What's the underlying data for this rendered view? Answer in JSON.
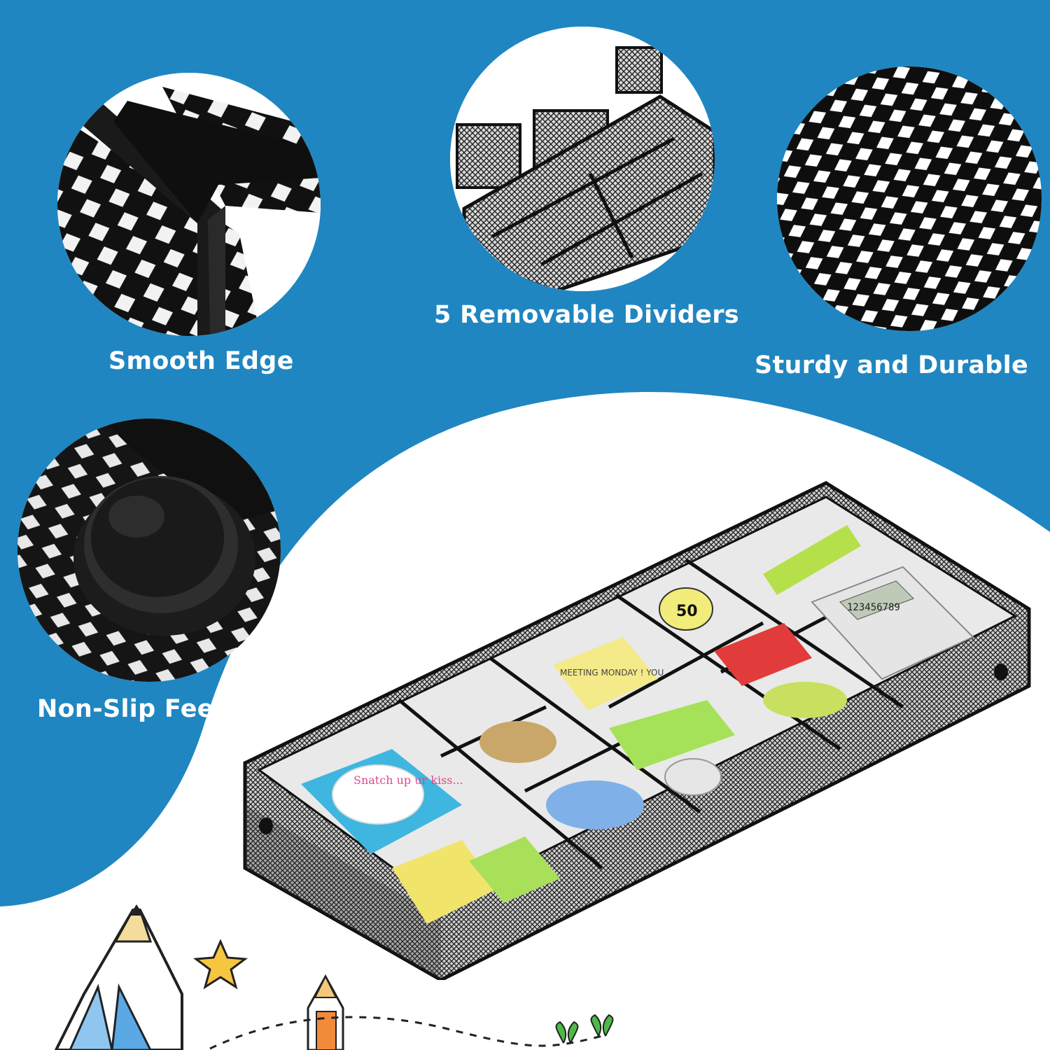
{
  "features": {
    "smooth_edge": "Smooth Edge",
    "removable_dividers": "5 Removable Dividers",
    "sturdy_durable": "Sturdy and Durable",
    "non_slip_feet": "Non-Slip Feet"
  },
  "product_items": {
    "memo_text": "Snatch up ur kiss...",
    "sticky_text": "MEETING MONDAY ! YOU",
    "calculator_display": "123456789",
    "tape_label": "50"
  },
  "colors": {
    "background_blue": "#1f86c1",
    "white_wave": "#ffffff",
    "mesh_black": "#141414"
  }
}
